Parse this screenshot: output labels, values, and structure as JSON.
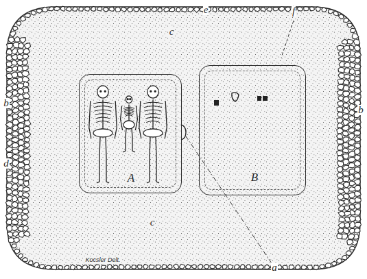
{
  "diagram": {
    "nodes": [
      {
        "text": [
          "A"
        ]
      },
      {
        "text": [
          "B"
        ]
      }
    ],
    "labels": [
      "e",
      "f",
      "c",
      "b",
      "b",
      "d",
      "c",
      "a",
      "Kocsler Delt."
    ]
  }
}
